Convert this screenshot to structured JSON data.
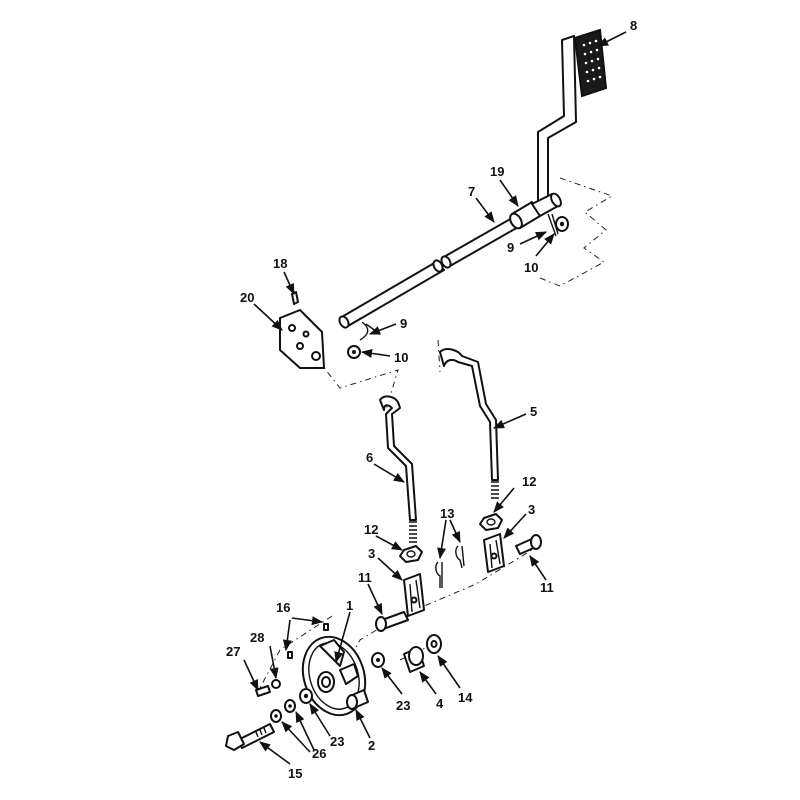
{
  "callouts": {
    "c1": "1",
    "c2": "2",
    "c3a": "3",
    "c3b": "3",
    "c4": "4",
    "c5": "5",
    "c6": "6",
    "c7": "7",
    "c8": "8",
    "c9a": "9",
    "c9b": "9",
    "c10a": "10",
    "c10b": "10",
    "c11a": "11",
    "c11b": "11",
    "c12a": "12",
    "c12b": "12",
    "c13": "13",
    "c14": "14",
    "c15": "15",
    "c16": "16",
    "c18": "18",
    "c19": "19",
    "c20": "20",
    "c23a": "23",
    "c23b": "23",
    "c26": "26",
    "c27": "27",
    "c28": "28"
  }
}
